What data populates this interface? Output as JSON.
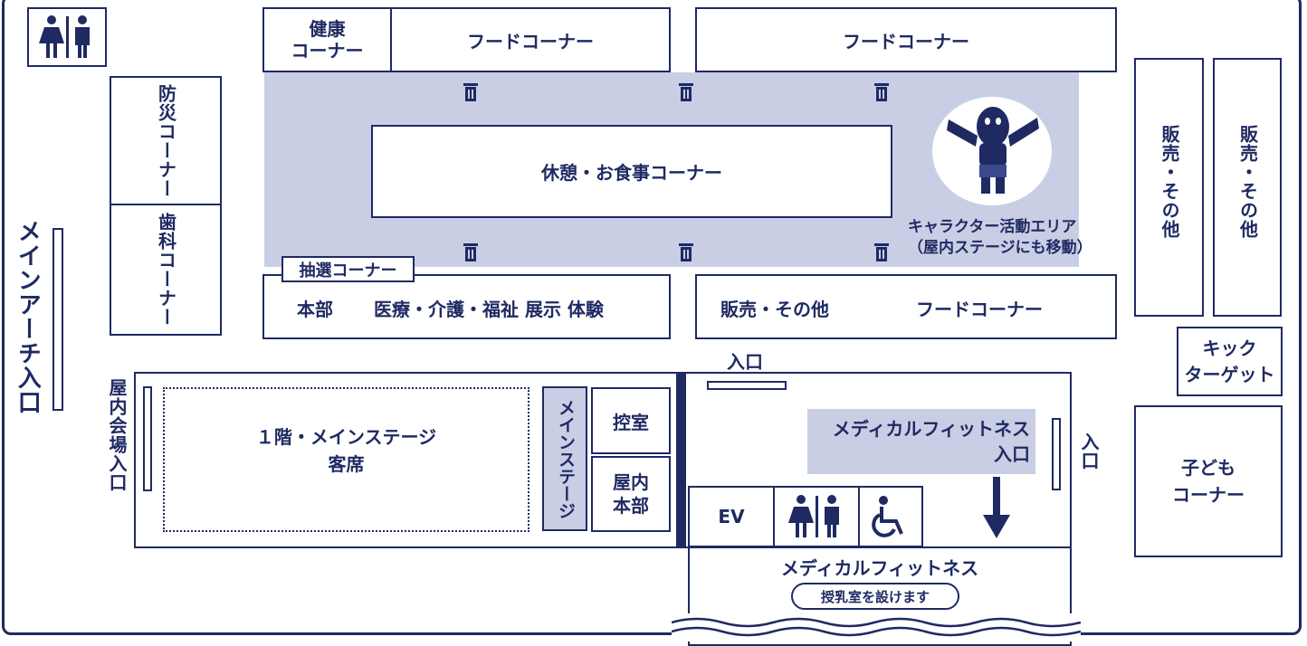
{
  "colors": {
    "navy": "#1f2a63",
    "shade": "#c9cee4",
    "white": "#ffffff"
  },
  "labels": {
    "health_corner": "健康\nコーナー",
    "food_corner_1": "フードコーナー",
    "food_corner_2": "フードコーナー",
    "food_corner_3": "フードコーナー",
    "bosai_corner": "防災コーナー",
    "shika_corner": "歯科コーナー",
    "rest_dining": "休憩・お食事コーナー",
    "character_area": "キャラクター活動エリア\n（屋内ステージにも移動）",
    "lottery_corner": "抽選コーナー",
    "honbu": "本部",
    "medical_row": "医療・介護・福祉 展示 体験",
    "sales_other_row": "販売・その他",
    "sales_other_v1": "販売・その他",
    "sales_other_v2": "販売・その他",
    "kick_target": "キック\nターゲット",
    "kids_corner": "子ども\nコーナー",
    "main_arch_entrance": "メインアーチ入口",
    "indoor_venue_entrance": "屋内会場入口",
    "main_stage_seats": "１階・メインステージ\n客席",
    "main_stage": "メインステージ",
    "green_room": "控室",
    "indoor_hq": "屋内\n本部",
    "entrance_top": "入口",
    "entrance_right": "入口",
    "medical_fitness_entrance": "メディカルフィットネス\n入口",
    "ev": "EV",
    "medical_fitness": "メディカルフィットネス",
    "nursing_room": "授乳室を設けます"
  },
  "icons": [
    "restroom-icon",
    "trash-icon",
    "wheelchair-icon",
    "arrow-down-icon",
    "mascot-icon"
  ]
}
